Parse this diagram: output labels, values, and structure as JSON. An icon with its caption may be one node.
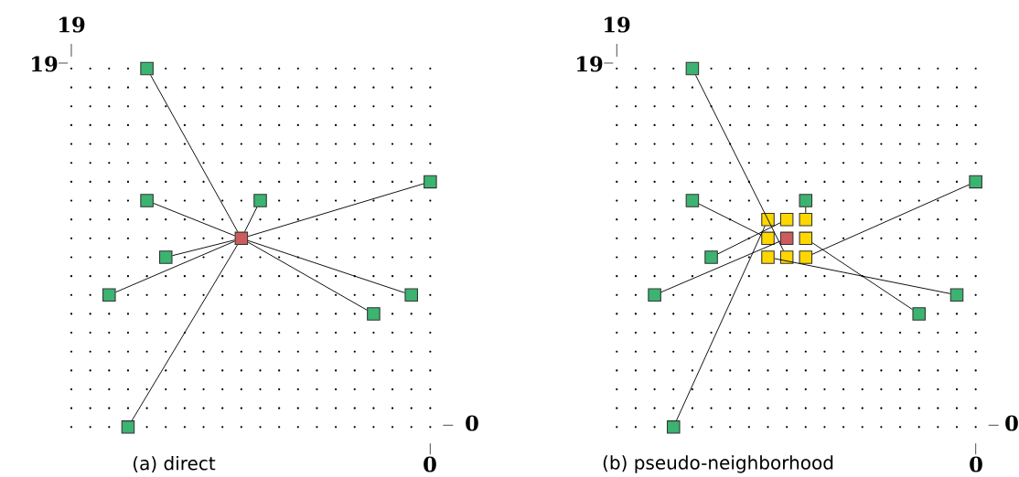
{
  "diagram": {
    "nodes": [
      {
        "text": [],
        "shape": "box"
      },
      {
        "text": [],
        "shape": "box"
      },
      {
        "text": [],
        "shape": "box"
      },
      {
        "text": [],
        "shape": "box"
      },
      {
        "text": [],
        "shape": "box"
      },
      {
        "text": [],
        "shape": "box"
      },
      {
        "text": [],
        "shape": "box"
      },
      {
        "text": [],
        "shape": "box"
      },
      {
        "text": [],
        "shape": "box"
      },
      {
        "text": [],
        "shape": "box"
      },
      {
        "text": [],
        "shape": "box"
      },
      {
        "text": [],
        "shape": "box"
      },
      {
        "text": [],
        "shape": "box"
      },
      {
        "text": [],
        "shape": "box"
      },
      {
        "text": [],
        "shape": "box"
      },
      {
        "text": [],
        "shape": "box"
      },
      {
        "text": [],
        "shape": "box"
      },
      {
        "text": [],
        "shape": "box"
      },
      {
        "text": [],
        "shape": "box"
      },
      {
        "text": [],
        "shape": "box"
      },
      {
        "text": [],
        "shape": "box"
      },
      {
        "text": [],
        "shape": "box"
      },
      {
        "text": [],
        "shape": "box"
      },
      {
        "text": [],
        "shape": "box"
      },
      {
        "text": [],
        "shape": "box"
      },
      {
        "text": [],
        "shape": "box"
      },
      {
        "text": [],
        "shape": "box"
      },
      {
        "text": [],
        "shape": "box"
      }
    ],
    "edges": [
      {
        "from": 0,
        "to": 4,
        "arrow": "none"
      },
      {
        "from": 1,
        "to": 4,
        "arrow": "none"
      },
      {
        "from": 2,
        "to": 4,
        "arrow": "none"
      },
      {
        "from": 3,
        "to": 4,
        "arrow": "none"
      },
      {
        "from": 5,
        "to": 4,
        "arrow": "none"
      },
      {
        "from": 6,
        "to": 4,
        "arrow": "none"
      },
      {
        "from": 7,
        "to": 4,
        "arrow": "none"
      },
      {
        "from": 8,
        "to": 4,
        "arrow": "none"
      },
      {
        "from": 9,
        "to": 4,
        "arrow": "none"
      },
      {
        "from": 10,
        "to": 22,
        "arrow": "none"
      },
      {
        "from": 11,
        "to": 23,
        "arrow": "none"
      },
      {
        "from": 12,
        "to": 17,
        "arrow": "none"
      },
      {
        "from": 13,
        "to": 16,
        "arrow": "none"
      },
      {
        "from": 20,
        "to": 15,
        "arrow": "none"
      },
      {
        "from": 24,
        "to": 18,
        "arrow": "none"
      },
      {
        "from": 25,
        "to": 21,
        "arrow": "none"
      },
      {
        "from": 26,
        "to": 19,
        "arrow": "none"
      },
      {
        "from": 27,
        "to": 14,
        "arrow": "none"
      }
    ],
    "labels": [
      "19",
      "19",
      "0",
      "0",
      "(a) direct",
      "19",
      "19",
      "0",
      "0",
      "(b) pseudo-neighborhood"
    ]
  }
}
